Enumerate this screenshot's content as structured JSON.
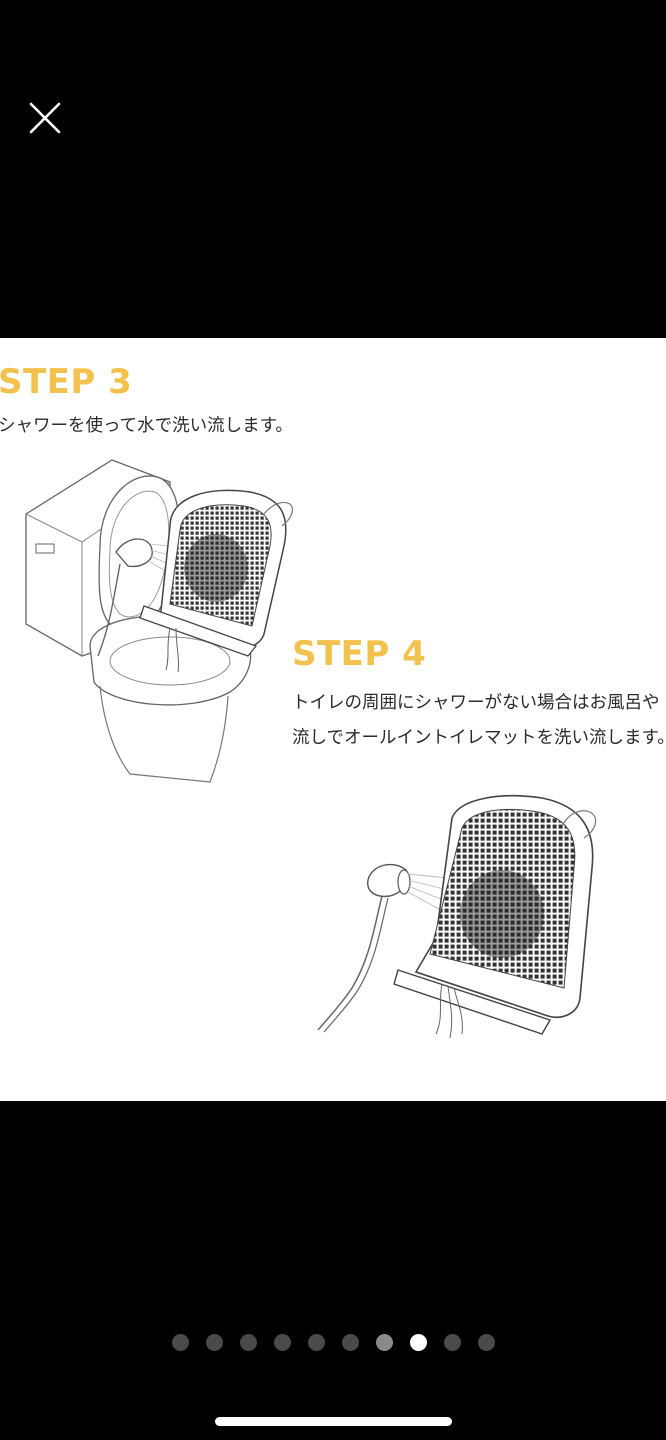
{
  "viewer": {
    "close_icon": "close-icon",
    "current_index": 7,
    "page_count": 10
  },
  "content": {
    "step3": {
      "title": "STEP 3",
      "text": "シャワーを使って水で洗い流します。"
    },
    "step4": {
      "title": "STEP 4",
      "text_line1": "トイレの周囲にシャワーがない場合はお風呂や",
      "text_line2": "流しでオールイントイレマットを洗い流します。"
    }
  },
  "colors": {
    "accent": "#f2c14e",
    "background": "#000000",
    "panel": "#ffffff",
    "dot_inactive": "#4a4a4a",
    "dot_near": "#8a8a8a",
    "dot_active": "#ffffff"
  }
}
